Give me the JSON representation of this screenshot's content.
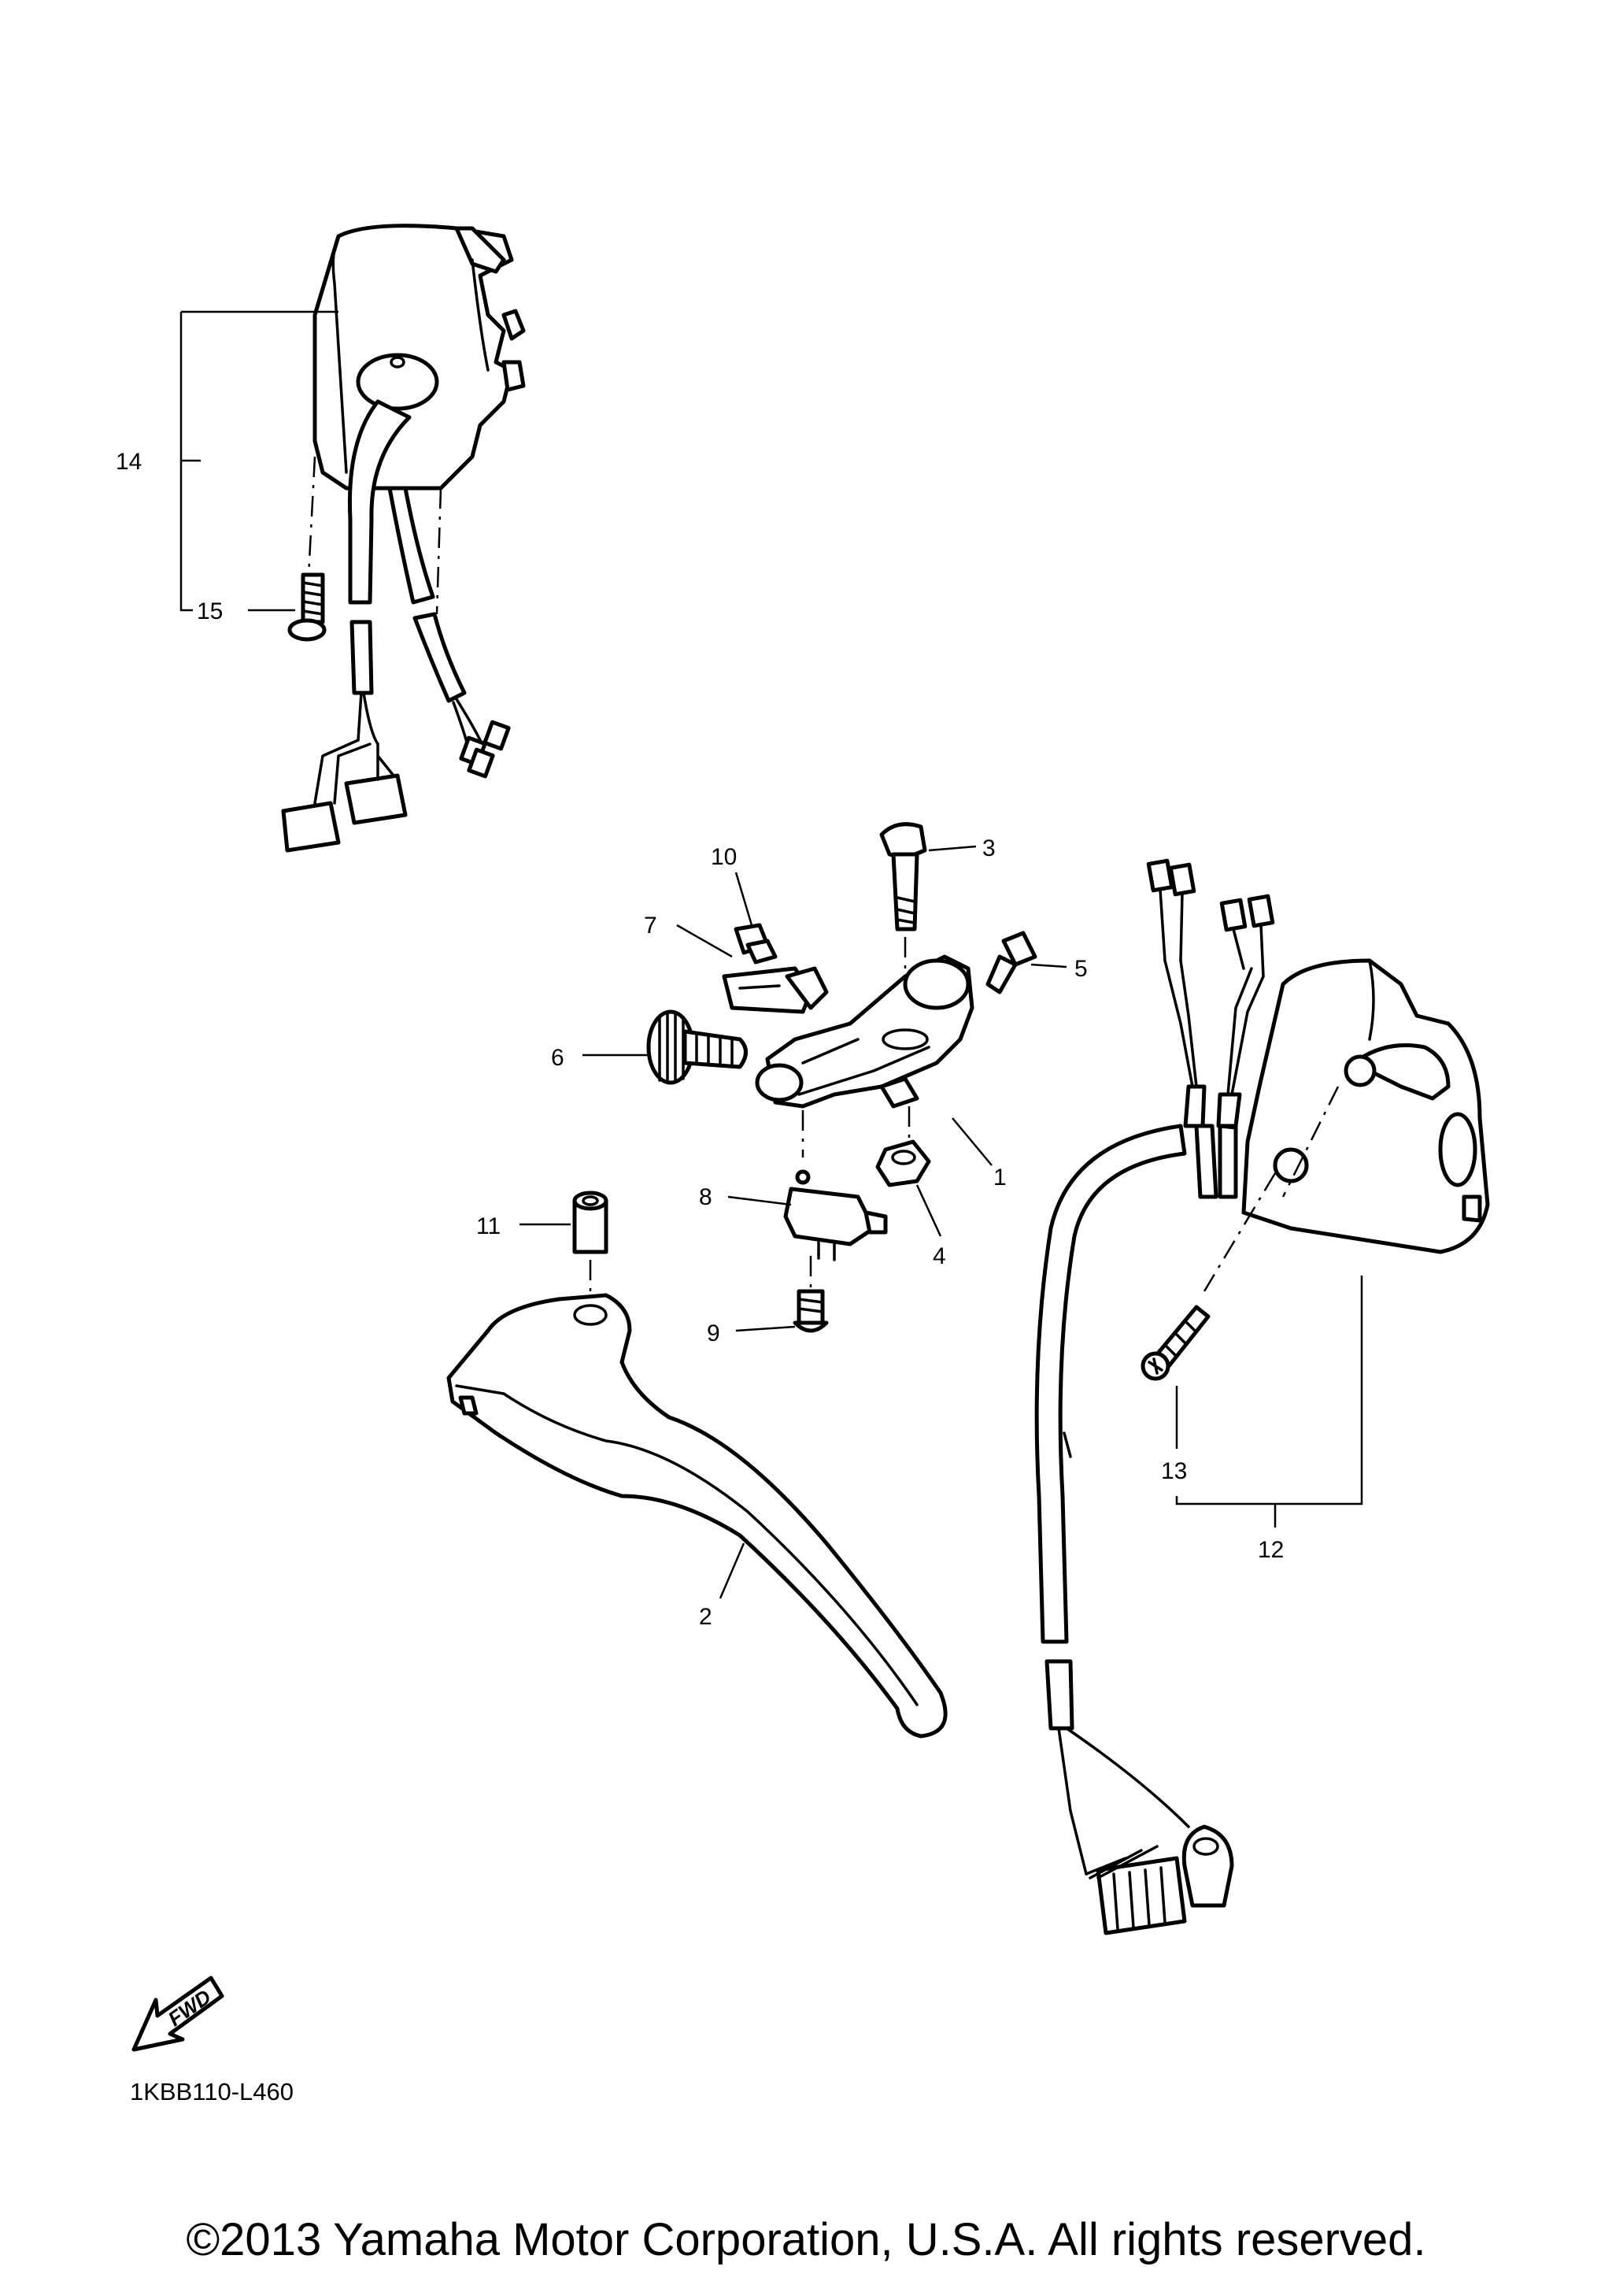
{
  "diagram_code": "1KBB110-L460",
  "fwd_label": "FWD",
  "copyright": "©2013 Yamaha Motor Corporation, U.S.A. All rights reserved.",
  "callouts": {
    "c1": "1",
    "c2": "2",
    "c3": "3",
    "c4": "4",
    "c5": "5",
    "c6": "6",
    "c7": "7",
    "c8": "8",
    "c9": "9",
    "c10": "10",
    "c11": "11",
    "c12": "12",
    "c13": "13",
    "c14": "14",
    "c15": "15"
  },
  "colors": {
    "line": "#000000",
    "background": "#ffffff"
  }
}
